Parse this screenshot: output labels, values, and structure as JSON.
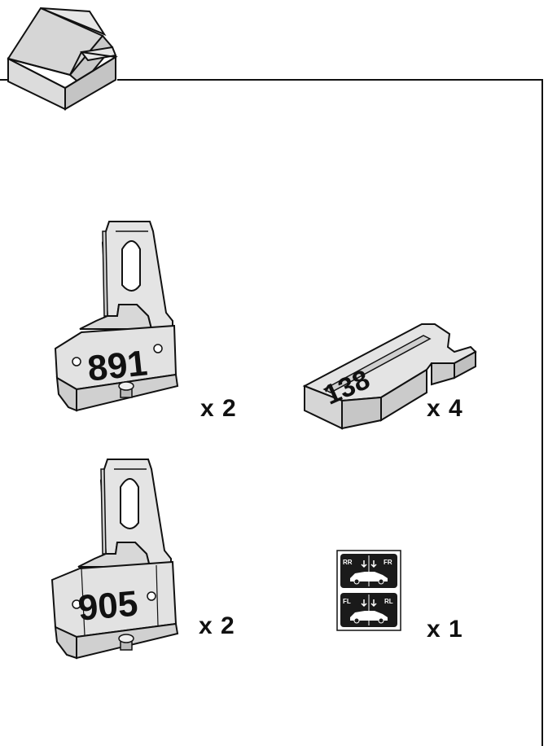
{
  "parts": [
    {
      "label": "891",
      "quantity": "x 2"
    },
    {
      "label": "138",
      "quantity": "x 4"
    },
    {
      "label": "905",
      "quantity": "x 2"
    },
    {
      "label": "",
      "quantity": "x 1",
      "sticker": {
        "top_left": "RR",
        "top_right": "FR",
        "bottom_left": "FL",
        "bottom_right": "RL"
      }
    }
  ]
}
